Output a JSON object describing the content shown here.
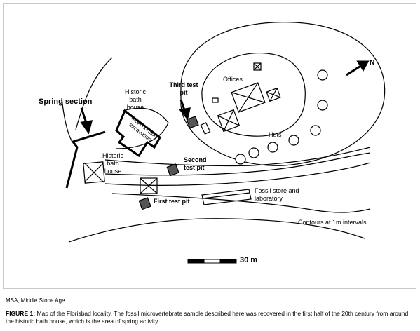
{
  "map": {
    "north_label": "N",
    "labels": {
      "spring_section": "Spring section",
      "historic_bath_house_top_1": "Historic",
      "historic_bath_house_top_2": "bath",
      "historic_bath_house_top_3": "house",
      "msa_horizon_1": "MSA horizon",
      "msa_horizon_2": "excavation",
      "historic_bath_house_left_1": "Historic",
      "historic_bath_house_left_2": "bath",
      "historic_bath_house_left_3": "house",
      "third_test_pit_1": "Third test",
      "third_test_pit_2": "pit",
      "offices": "Offices",
      "huts": "Huts",
      "second_test_pit_1": "Second",
      "second_test_pit_2": "test pit",
      "first_test_pit": "First test pit",
      "fossil_store_1": "Fossil store and",
      "fossil_store_2": "laboratory",
      "contours": "Contours at 1m intervals",
      "scale": "30 m"
    }
  },
  "note": "MSA, Middle Stone Age.",
  "caption": {
    "label": "FIGURE 1:",
    "text": "Map of the Florisbad locality. The fossil microvertebrate sample described here was recovered in the first half of the 20th century from around the historic bath house, which is the area of spring activity."
  },
  "colors": {
    "pit_fill": "#555555",
    "line": "#000000"
  }
}
